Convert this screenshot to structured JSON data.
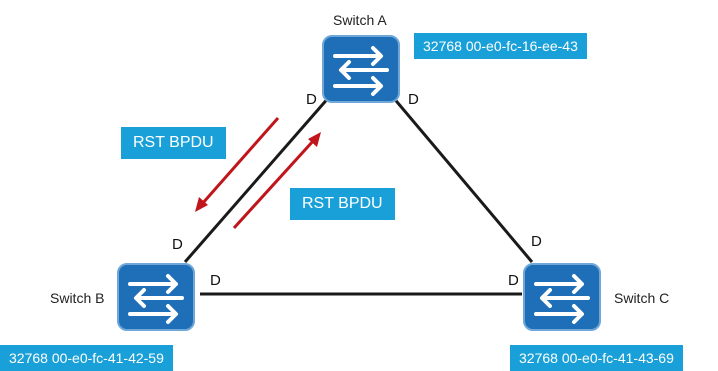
{
  "switches": {
    "a": {
      "name": "Switch A",
      "bridge_id": "32768 00-e0-fc-16-ee-43"
    },
    "b": {
      "name": "Switch B",
      "bridge_id": "32768 00-e0-fc-41-42-59"
    },
    "c": {
      "name": "Switch C",
      "bridge_id": "32768 00-e0-fc-41-43-69"
    }
  },
  "port_role": "D",
  "messages": {
    "upper": "RST BPDU",
    "lower": "RST BPDU"
  },
  "colors": {
    "switch_body": "#1e6fb8",
    "label_bg": "#1aa0d8",
    "arrow": "#c0151b",
    "link": "#1a1a1a"
  }
}
